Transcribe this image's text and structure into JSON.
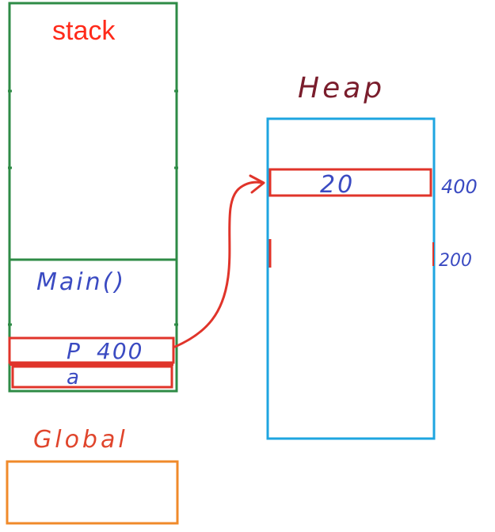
{
  "labels": {
    "stack": "stack",
    "heap": "Heap",
    "global": "Global",
    "main_frame": "Main()",
    "p_variable": "P",
    "p_value": "400",
    "a_variable": "a",
    "heap_value": "20",
    "addr_400": "400",
    "addr_200": "200"
  },
  "colors": {
    "stack": "#2e8b46",
    "heap": "#1ea5e0",
    "global": "#f08a2a",
    "highlight": "#e0342a",
    "handwriting": "#3b4bc2",
    "heap_title": "#7a1d2c",
    "stack_title": "#ff2a1a",
    "global_title": "#e0452c"
  },
  "arrows": [
    {
      "from": "p_variable",
      "to": "heap_value",
      "meaning": "pointer"
    }
  ]
}
